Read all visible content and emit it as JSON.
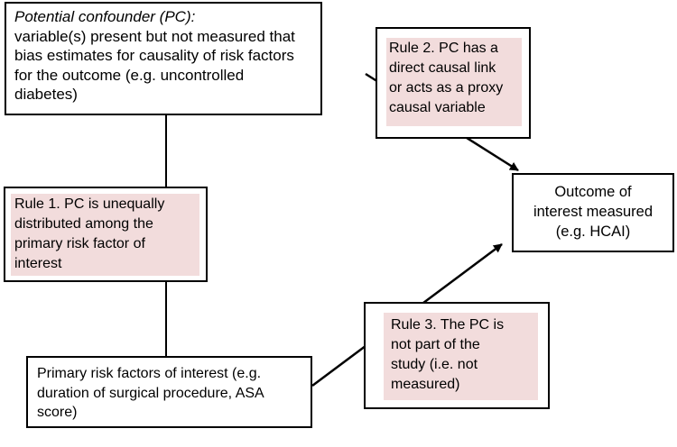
{
  "colors": {
    "rule_fill": "#f2dcdc",
    "line": "#000000",
    "box_border": "#000000"
  },
  "confounder_box": {
    "title": "Potential confounder (PC):",
    "lines": [
      "variable(s) present but not measured that",
      "bias estimates for causality of risk factors",
      "for the outcome (e.g. uncontrolled",
      "diabetes)"
    ]
  },
  "rule1": {
    "lines": [
      "Rule 1. PC is unequally",
      "distributed among the",
      "primary risk factor of",
      "interest"
    ]
  },
  "rule2": {
    "lines": [
      "Rule 2. PC has a",
      "direct causal link",
      "or acts as a proxy",
      "causal variable"
    ]
  },
  "rule3": {
    "lines": [
      "Rule 3. The PC is",
      "not part of the",
      "study (i.e. not",
      "measured)"
    ]
  },
  "outcome_box": {
    "lines": [
      "Outcome of",
      "interest measured",
      "(e.g. HCAI)"
    ]
  },
  "risk_box": {
    "lines": [
      "Primary risk factors of interest (e.g.",
      "duration of surgical procedure, ASA",
      "score)"
    ]
  }
}
